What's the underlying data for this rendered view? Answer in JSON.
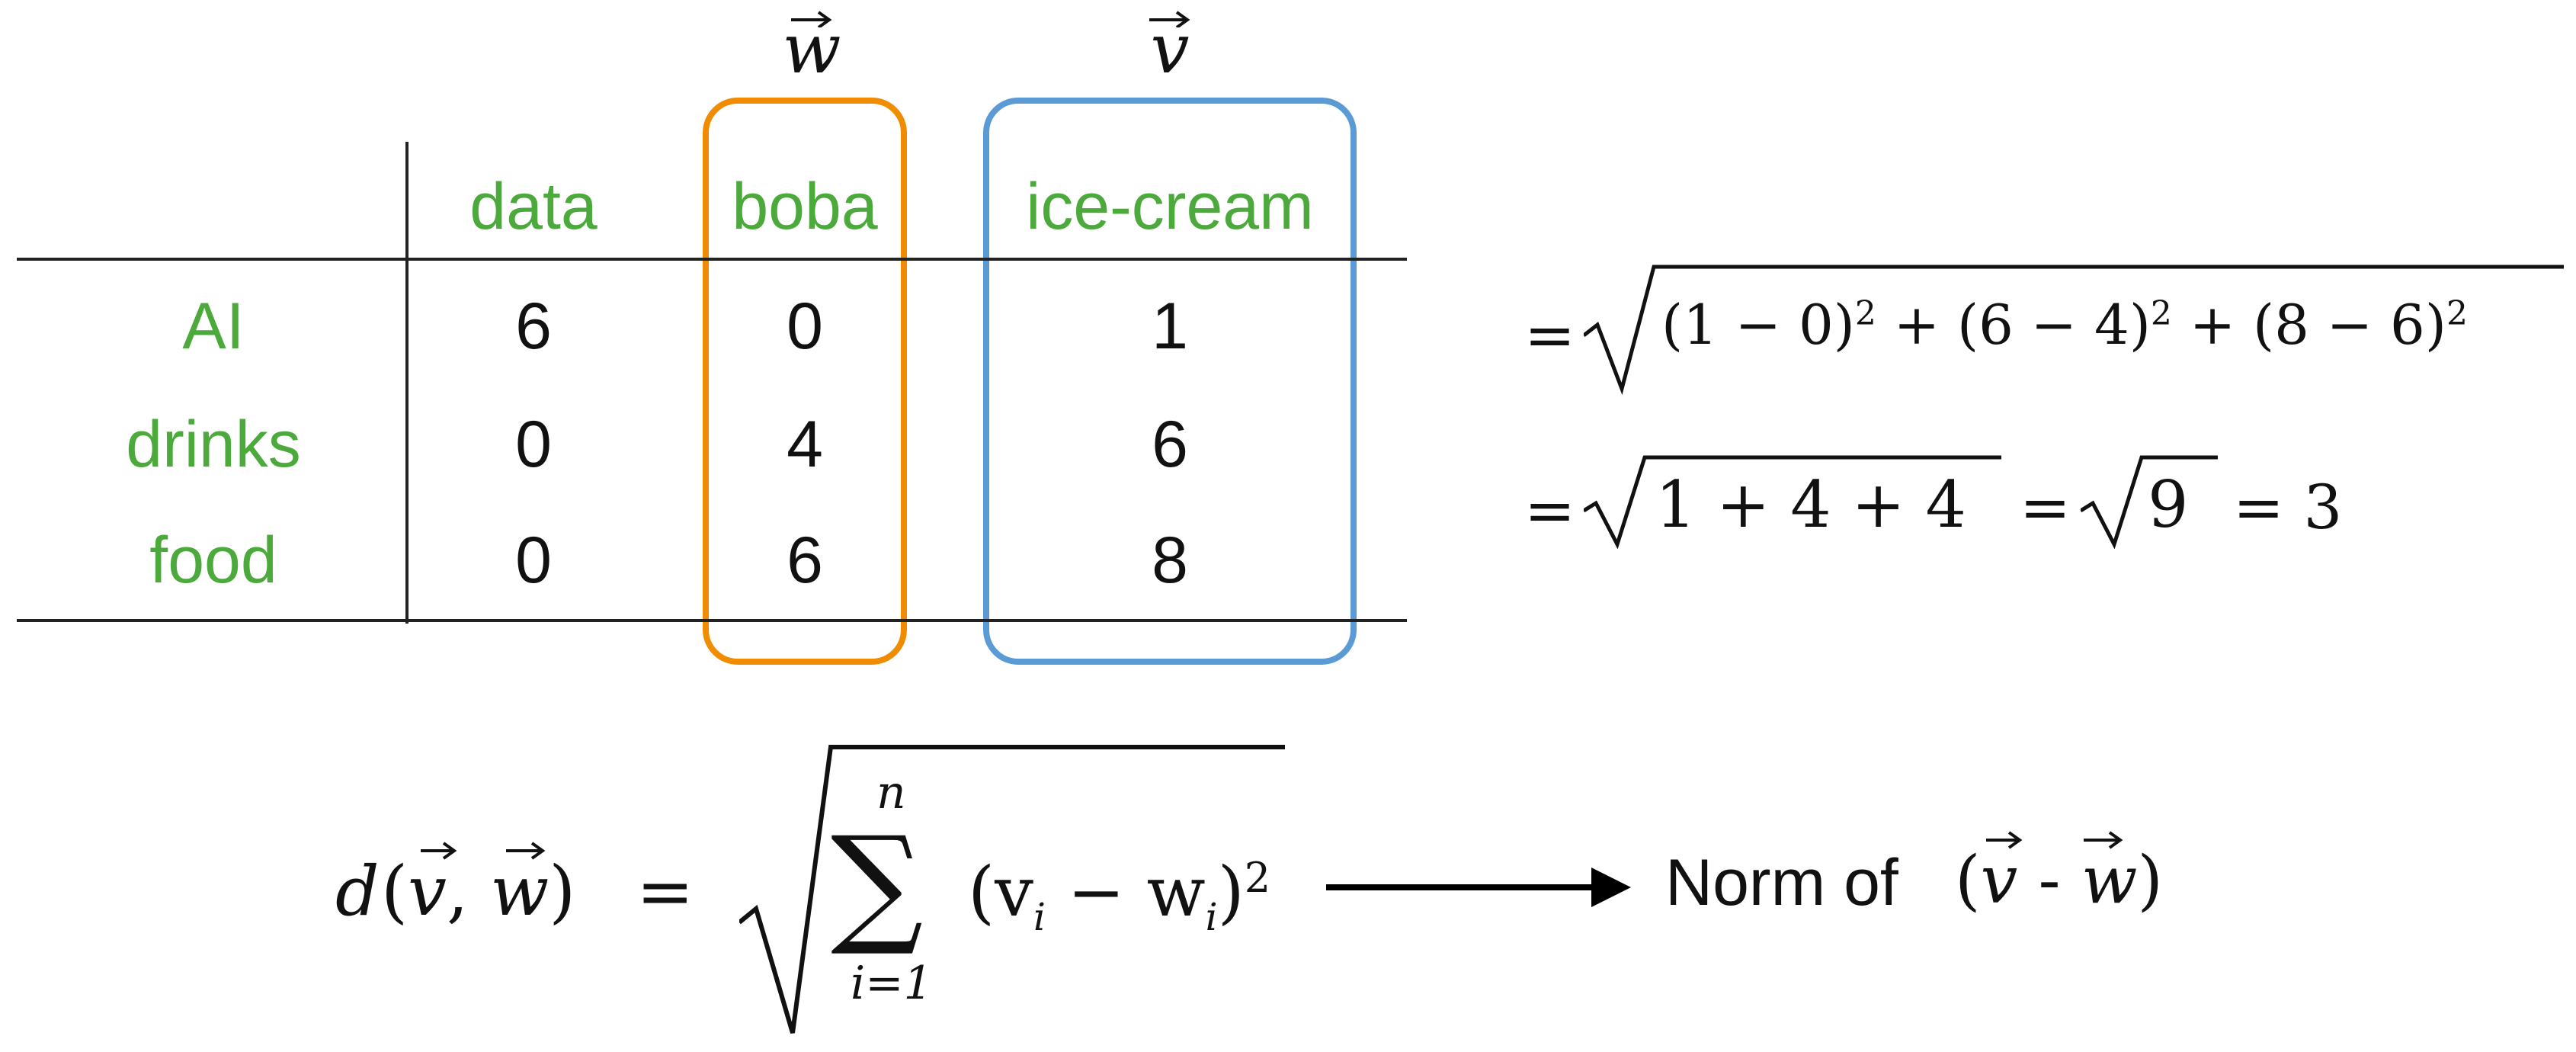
{
  "table": {
    "column_headers": [
      "data",
      "boba",
      "ice-cream"
    ],
    "rows": [
      {
        "label": "AI",
        "values": [
          "6",
          "0",
          "1"
        ]
      },
      {
        "label": "drinks",
        "values": [
          "0",
          "4",
          "6"
        ]
      },
      {
        "label": "food",
        "values": [
          "0",
          "6",
          "8"
        ]
      }
    ],
    "highlight_colors": {
      "w_box": "#f08c00",
      "v_box": "#5b9bd5",
      "header_text": "#4caa3c"
    }
  },
  "vectors": {
    "w_symbol": "w",
    "v_symbol": "v"
  },
  "calculation": {
    "line1_terms": [
      "(1 − 0)",
      "(6 − 4)",
      "(8 − 6)"
    ],
    "exponent": "2",
    "line1_plus": "+",
    "line2_prefix": "=",
    "line2_sqrt_content": "1 + 4 + 4",
    "line2_eq": "=",
    "line2_sqrt9": "9",
    "line2_result": "= 3"
  },
  "formula": {
    "lhs": "d",
    "args": "(v, w)",
    "equals": "=",
    "sum_top": "n",
    "sum_bottom": "i=1",
    "sum_term": "(v",
    "sub_i": "i",
    "minus": " − w",
    "close": ")",
    "power": "2",
    "norm_text": "Norm of",
    "norm_expr": "(v - w)"
  }
}
